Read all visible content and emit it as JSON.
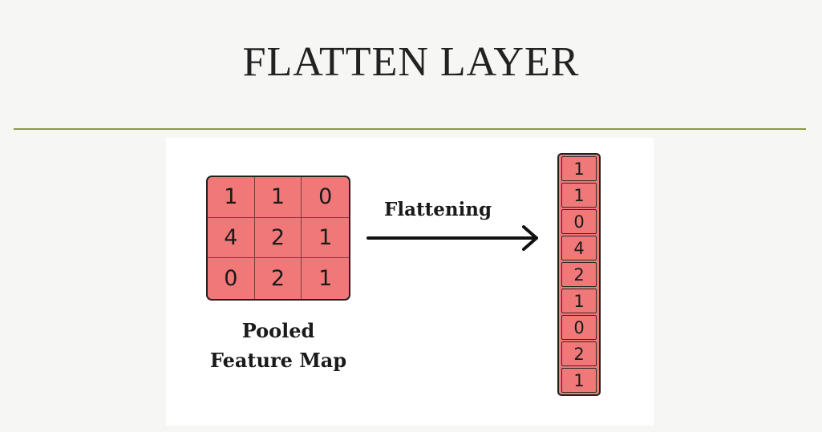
{
  "title": "FLATTEN LAYER",
  "diagram": {
    "pooled_map": {
      "rows": [
        [
          "1",
          "1",
          "0"
        ],
        [
          "4",
          "2",
          "1"
        ],
        [
          "0",
          "2",
          "1"
        ]
      ],
      "caption_line1": "Pooled",
      "caption_line2": "Feature Map"
    },
    "arrow_label": "Flattening",
    "flattened": [
      "1",
      "1",
      "0",
      "4",
      "2",
      "1",
      "0",
      "2",
      "1"
    ]
  },
  "colors": {
    "cell_fill": "#f07878",
    "rule": "#8a9a3e"
  }
}
